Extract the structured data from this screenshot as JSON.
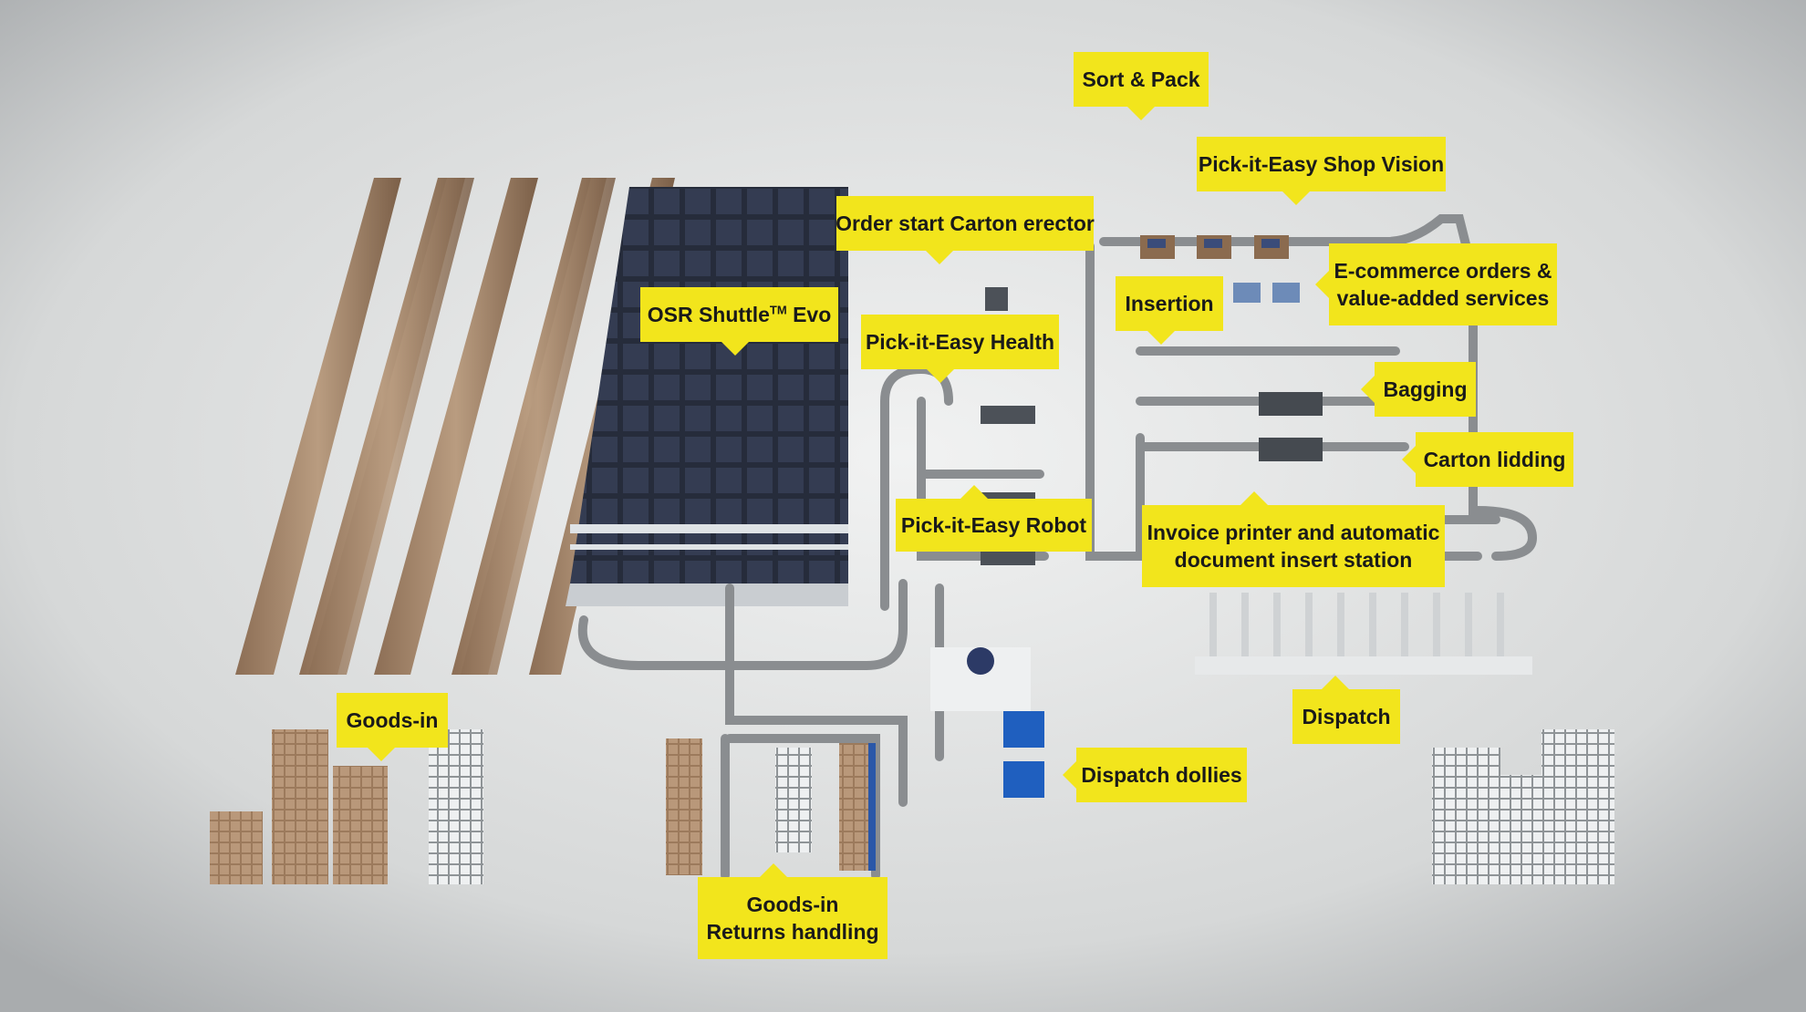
{
  "colors": {
    "callout_bg": "#f2e51c",
    "callout_text": "#1a1a1a",
    "floor": "#dcdedd",
    "rack_wood": "#a78a6e",
    "shuttle_dark": "#2a3040",
    "conveyor": "#8a8d90",
    "accent_blue": "#1f5fbf"
  },
  "labels": {
    "sort_pack": "Sort & Pack",
    "shop_vision": "Pick-it-Easy Shop Vision",
    "order_start": "Order start Carton erector",
    "ecommerce_1": "E-commerce orders &",
    "ecommerce_2": "value-added services",
    "osr_main": "OSR Shuttle",
    "osr_sup": "TM",
    "osr_tail": " Evo",
    "insertion": "Insertion",
    "pie_health": "Pick-it-Easy Health",
    "bagging": "Bagging",
    "carton_lidding": "Carton lidding",
    "pie_robot": "Pick-it-Easy Robot",
    "invoice_1": "Invoice printer and automatic",
    "invoice_2": "document insert station",
    "goods_in": "Goods-in",
    "dispatch": "Dispatch",
    "dispatch_dollies": "Dispatch dollies",
    "returns_1": "Goods-in",
    "returns_2": "Returns handling"
  }
}
